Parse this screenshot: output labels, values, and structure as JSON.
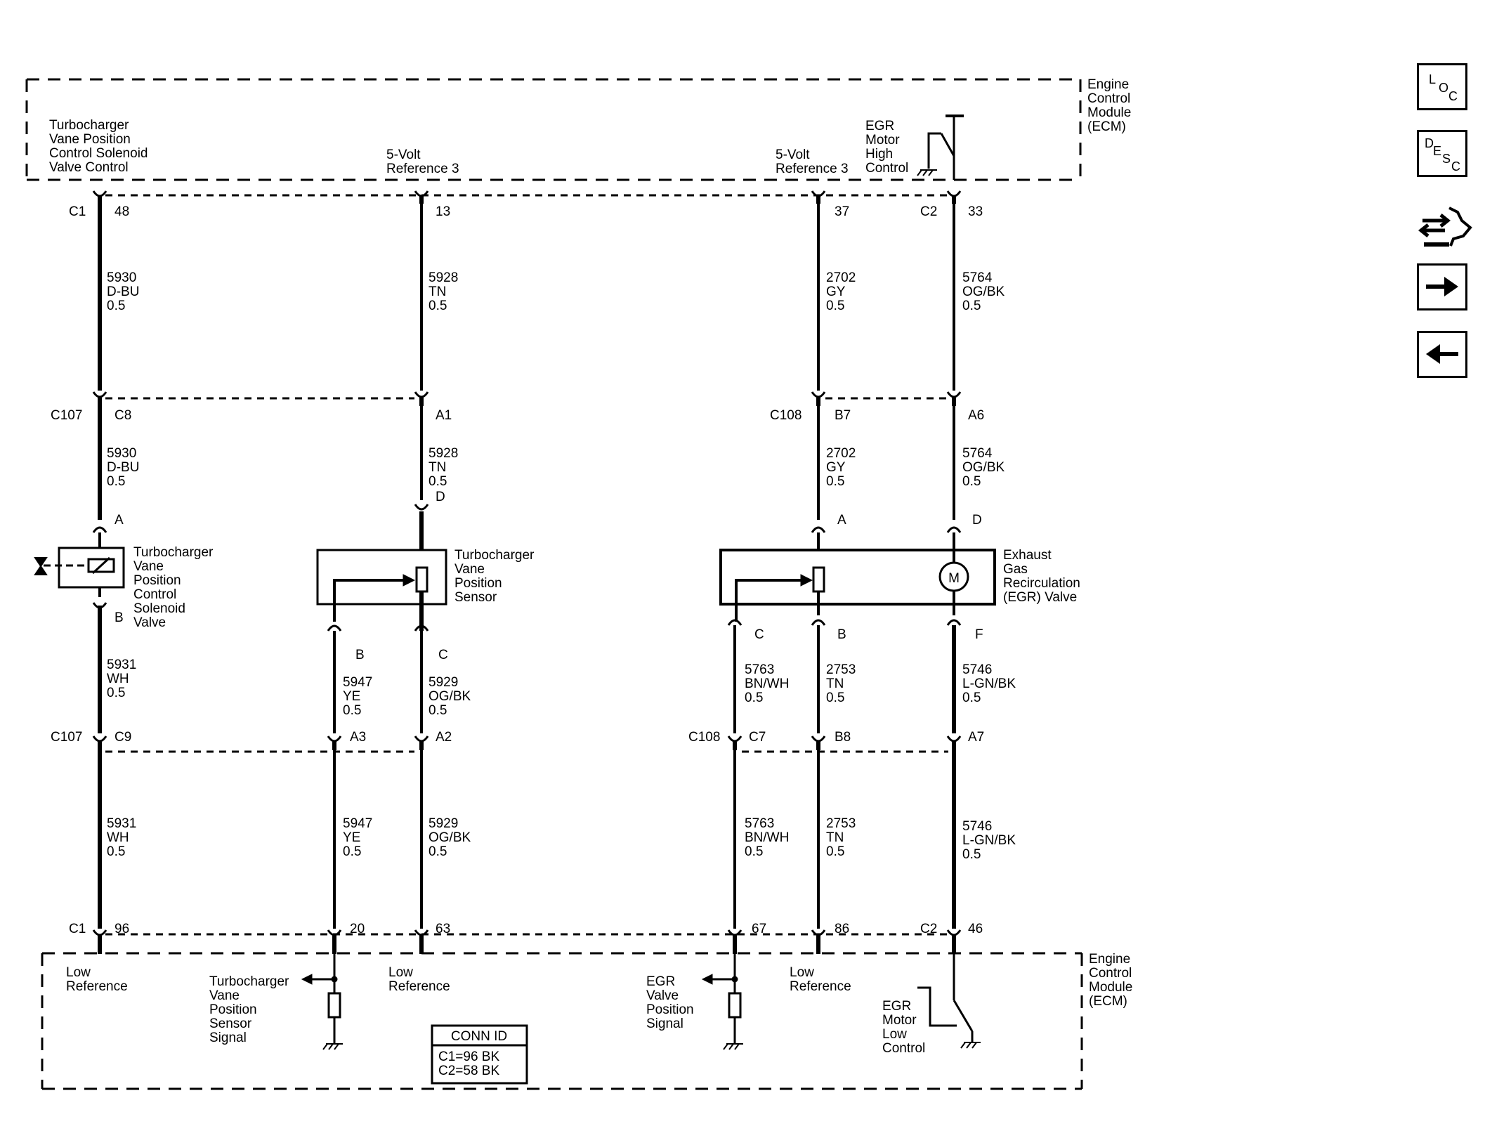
{
  "ecm_top": {
    "title": [
      "Engine",
      "Control",
      "Module",
      "(ECM)"
    ]
  },
  "ecm_bottom": {
    "title": [
      "Engine",
      "Control",
      "Module",
      "(ECM)"
    ]
  },
  "top_labels": {
    "solenoid_ctrl": [
      "Turbocharger",
      "Vane Position",
      "Control Solenoid",
      "Valve Control"
    ],
    "ref3_a": [
      "5-Volt",
      "Reference 3"
    ],
    "ref3_b": [
      "5-Volt",
      "Reference 3"
    ],
    "egr_high": [
      "EGR",
      "Motor",
      "High",
      "Control"
    ]
  },
  "bottom_labels": {
    "low_ref_1": [
      "Low",
      "Reference"
    ],
    "vane_signal": [
      "Turbocharger",
      "Vane",
      "Position",
      "Sensor",
      "Signal"
    ],
    "low_ref_2": [
      "Low",
      "Reference"
    ],
    "egr_signal": [
      "EGR",
      "Valve",
      "Position",
      "Signal"
    ],
    "low_ref_3": [
      "Low",
      "Reference"
    ],
    "egr_low": [
      "EGR",
      "Motor",
      "Low",
      "Control"
    ]
  },
  "connectors": {
    "c1": "C1",
    "c2": "C2",
    "c107": "C107",
    "c108": "C108"
  },
  "pins": {
    "top_48": "48",
    "top_13": "13",
    "top_37": "37",
    "top_33": "33",
    "mid_c8": "C8",
    "mid_a1": "A1",
    "mid_b7": "B7",
    "mid_a6": "A6",
    "comp_a1": "A",
    "comp_b1": "B",
    "comp_d2": "D",
    "comp_b2": "B",
    "comp_c2": "C",
    "comp_a3": "A",
    "comp_d3": "D",
    "comp_c3": "C",
    "comp_b3": "B",
    "comp_f3": "F",
    "lo_c9": "C9",
    "lo_a3": "A3",
    "lo_a2": "A2",
    "lo_c7": "C7",
    "lo_b8": "B8",
    "lo_a7": "A7",
    "bot_96": "96",
    "bot_20": "20",
    "bot_63": "63",
    "bot_67": "67",
    "bot_86": "86",
    "bot_46": "46"
  },
  "wires": [
    {
      "circuit": "5930",
      "color": "D-BU",
      "gauge": "0.5"
    },
    {
      "circuit": "5928",
      "color": "TN",
      "gauge": "0.5"
    },
    {
      "circuit": "2702",
      "color": "GY",
      "gauge": "0.5"
    },
    {
      "circuit": "5764",
      "color": "OG/BK",
      "gauge": "0.5"
    },
    {
      "circuit": "5930",
      "color": "D-BU",
      "gauge": "0.5"
    },
    {
      "circuit": "5928",
      "color": "TN",
      "gauge": "0.5"
    },
    {
      "circuit": "2702",
      "color": "GY",
      "gauge": "0.5"
    },
    {
      "circuit": "5764",
      "color": "OG/BK",
      "gauge": "0.5"
    },
    {
      "circuit": "5931",
      "color": "WH",
      "gauge": "0.5"
    },
    {
      "circuit": "5947",
      "color": "YE",
      "gauge": "0.5"
    },
    {
      "circuit": "5929",
      "color": "OG/BK",
      "gauge": "0.5"
    },
    {
      "circuit": "5763",
      "color": "BN/WH",
      "gauge": "0.5"
    },
    {
      "circuit": "2753",
      "color": "TN",
      "gauge": "0.5"
    },
    {
      "circuit": "5746",
      "color": "L-GN/BK",
      "gauge": "0.5"
    },
    {
      "circuit": "5931",
      "color": "WH",
      "gauge": "0.5"
    },
    {
      "circuit": "5947",
      "color": "YE",
      "gauge": "0.5"
    },
    {
      "circuit": "5929",
      "color": "OG/BK",
      "gauge": "0.5"
    },
    {
      "circuit": "5763",
      "color": "BN/WH",
      "gauge": "0.5"
    },
    {
      "circuit": "2753",
      "color": "TN",
      "gauge": "0.5"
    },
    {
      "circuit": "5746",
      "color": "L-GN/BK",
      "gauge": "0.5"
    }
  ],
  "components": {
    "solenoid": [
      "Turbocharger",
      "Vane",
      "Position",
      "Control",
      "Solenoid",
      "Valve"
    ],
    "sensor": [
      "Turbocharger",
      "Vane",
      "Position",
      "Sensor"
    ],
    "egr": [
      "Exhaust",
      "Gas",
      "Recirculation",
      "(EGR) Valve"
    ],
    "motor_symbol": "M"
  },
  "conn_id": {
    "header": "CONN ID",
    "lines": [
      "C1=96 BK",
      "C2=58 BK"
    ]
  },
  "nav": {
    "loc": {
      "l1": "L",
      "l2": "O",
      "l3": "C"
    },
    "desc": {
      "l1": "D",
      "l2": "E",
      "l3": "S",
      "l4": "C"
    },
    "icons": [
      "loc-icon",
      "desc-icon",
      "diagnostic-tool-icon",
      "next-arrow-icon",
      "previous-arrow-icon"
    ]
  }
}
